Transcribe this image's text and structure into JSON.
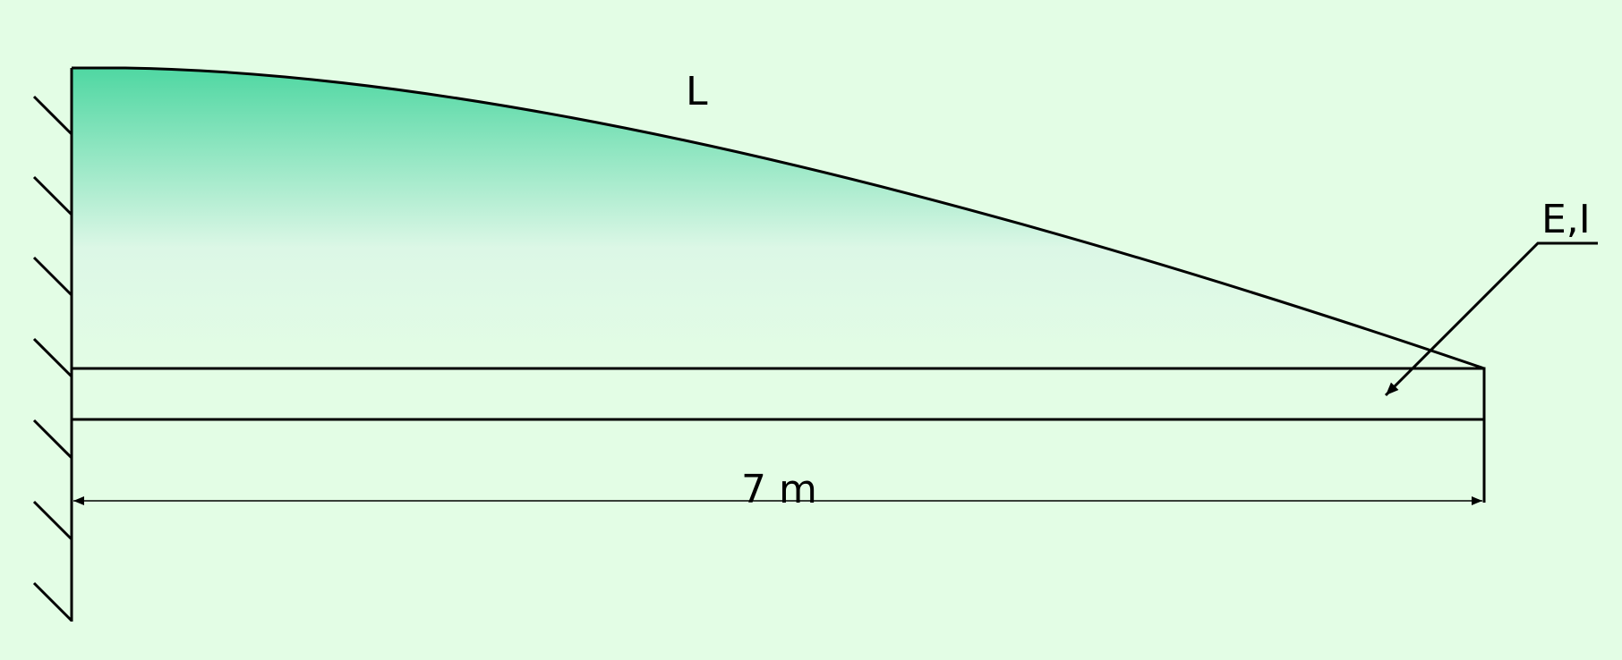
{
  "diagram": {
    "load_label": "L",
    "beam_properties_label": "E,I",
    "span_label": "7 m"
  },
  "colors": {
    "background": "#e3fde5",
    "load_fill_top": "#4fd7a2",
    "load_fill_bottom": "#e3fde5",
    "stroke": "#000000"
  }
}
